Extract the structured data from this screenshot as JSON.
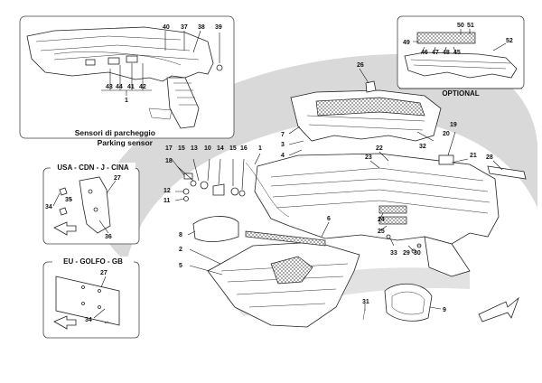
{
  "captions": {
    "parking_it": "Sensori di parcheggio",
    "parking_en": "Parking sensor",
    "optional": "OPTIONAL",
    "usa_title": "USA - CDN - J - CINA",
    "eu_title": "EU - GOLFO - GB"
  },
  "callouts": [
    {
      "id": "40",
      "text": "40"
    },
    {
      "id": "37",
      "text": "37"
    },
    {
      "id": "38",
      "text": "38"
    },
    {
      "id": "39",
      "text": "39"
    },
    {
      "id": "43",
      "text": "43"
    },
    {
      "id": "44",
      "text": "44"
    },
    {
      "id": "41",
      "text": "41"
    },
    {
      "id": "42",
      "text": "42"
    },
    {
      "id": "1a",
      "text": "1"
    },
    {
      "id": "50",
      "text": "50"
    },
    {
      "id": "51",
      "text": "51"
    },
    {
      "id": "49",
      "text": "49"
    },
    {
      "id": "46",
      "text": "46"
    },
    {
      "id": "47",
      "text": "47"
    },
    {
      "id": "48",
      "text": "48"
    },
    {
      "id": "45",
      "text": "45"
    },
    {
      "id": "52",
      "text": "52"
    },
    {
      "id": "26",
      "text": "26"
    },
    {
      "id": "7",
      "text": "7"
    },
    {
      "id": "3",
      "text": "3"
    },
    {
      "id": "4",
      "text": "4"
    },
    {
      "id": "19",
      "text": "19"
    },
    {
      "id": "20",
      "text": "20"
    },
    {
      "id": "22",
      "text": "22"
    },
    {
      "id": "23",
      "text": "23"
    },
    {
      "id": "32",
      "text": "32"
    },
    {
      "id": "21",
      "text": "21"
    },
    {
      "id": "28",
      "text": "28"
    },
    {
      "id": "17",
      "text": "17"
    },
    {
      "id": "15",
      "text": "15"
    },
    {
      "id": "13",
      "text": "13"
    },
    {
      "id": "10",
      "text": "10"
    },
    {
      "id": "14",
      "text": "14"
    },
    {
      "id": "15b",
      "text": "15"
    },
    {
      "id": "16",
      "text": "16"
    },
    {
      "id": "1b",
      "text": "1"
    },
    {
      "id": "18",
      "text": "18"
    },
    {
      "id": "12",
      "text": "12"
    },
    {
      "id": "11",
      "text": "11"
    },
    {
      "id": "27a",
      "text": "27"
    },
    {
      "id": "35",
      "text": "35"
    },
    {
      "id": "34a",
      "text": "34"
    },
    {
      "id": "36",
      "text": "36"
    },
    {
      "id": "6",
      "text": "6"
    },
    {
      "id": "24",
      "text": "24"
    },
    {
      "id": "25",
      "text": "25"
    },
    {
      "id": "33",
      "text": "33"
    },
    {
      "id": "29",
      "text": "29"
    },
    {
      "id": "30",
      "text": "30"
    },
    {
      "id": "8",
      "text": "8"
    },
    {
      "id": "2",
      "text": "2"
    },
    {
      "id": "5",
      "text": "5"
    },
    {
      "id": "27b",
      "text": "27"
    },
    {
      "id": "34b",
      "text": "34"
    },
    {
      "id": "31",
      "text": "31"
    },
    {
      "id": "9",
      "text": "9"
    }
  ]
}
